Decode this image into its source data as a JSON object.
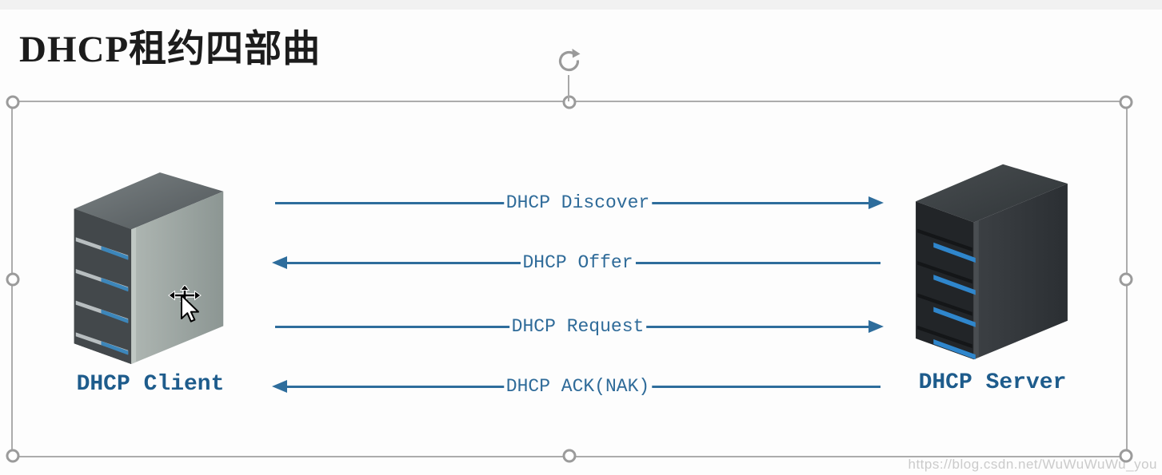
{
  "page": {
    "title": "DHCP租约四部曲",
    "watermark": "https://blog.csdn.net/WuWuWuWu_you"
  },
  "colors": {
    "arrow_blue": "#2e6d9c",
    "message_label_blue": "#2f6b99",
    "node_label_blue": "#1e5c8c",
    "selection_gray": "#a8a8a8",
    "title_black": "#1c1c1c",
    "watermark_gray": "#cbcbcb",
    "slot_blue": "#3c86ba"
  },
  "diagram": {
    "nodes": [
      {
        "id": "client",
        "label": "DHCP Client",
        "icon": "server-tower-icon"
      },
      {
        "id": "server",
        "label": "DHCP Server",
        "icon": "server-tower-icon"
      }
    ],
    "messages": [
      {
        "label": "DHCP Discover",
        "direction": "right"
      },
      {
        "label": "DHCP Offer",
        "direction": "left"
      },
      {
        "label": "DHCP Request",
        "direction": "right"
      },
      {
        "label": "DHCP ACK(NAK)",
        "direction": "left"
      }
    ]
  },
  "selection": {
    "handles": [
      "top-left",
      "top",
      "top-right",
      "left",
      "right",
      "bottom-left",
      "bottom",
      "bottom-right"
    ],
    "rotate_icon": "rotate-handle-icon"
  },
  "cursor": {
    "icon": "move-cursor-icon"
  }
}
